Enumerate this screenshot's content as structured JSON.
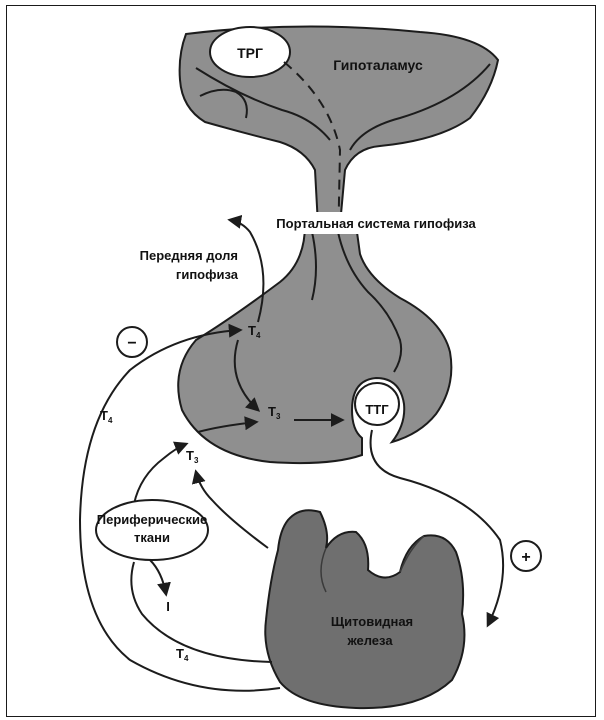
{
  "labels": {
    "trg": "ТРГ",
    "hypothalamus": "Гипоталамус",
    "portal_system": "Портальная система гипофиза",
    "anterior_lobe_line1": "Передняя доля",
    "anterior_lobe_line2": "гипофиза",
    "t4_pituitary": "T",
    "t4_pituitary_sub": "4",
    "t3_pituitary": "T",
    "t3_pituitary_sub": "3",
    "ttg": "ТТГ",
    "t3_blood": "T",
    "t3_blood_sub": "3",
    "t4_left": "T",
    "t4_left_sub": "4",
    "peripheral_line1": "Периферические",
    "peripheral_line2": "ткани",
    "iodine": "I",
    "t4_bottom": "T",
    "t4_bottom_sub": "4",
    "thyroid_line1": "Щитовидная",
    "thyroid_line2": "железа",
    "minus_sign": "−",
    "plus_sign": "+"
  },
  "colors": {
    "tissue": "#8f8f8f",
    "tissue_dark": "#6f6f6f",
    "line": "#1c1c1c",
    "white": "#ffffff"
  }
}
